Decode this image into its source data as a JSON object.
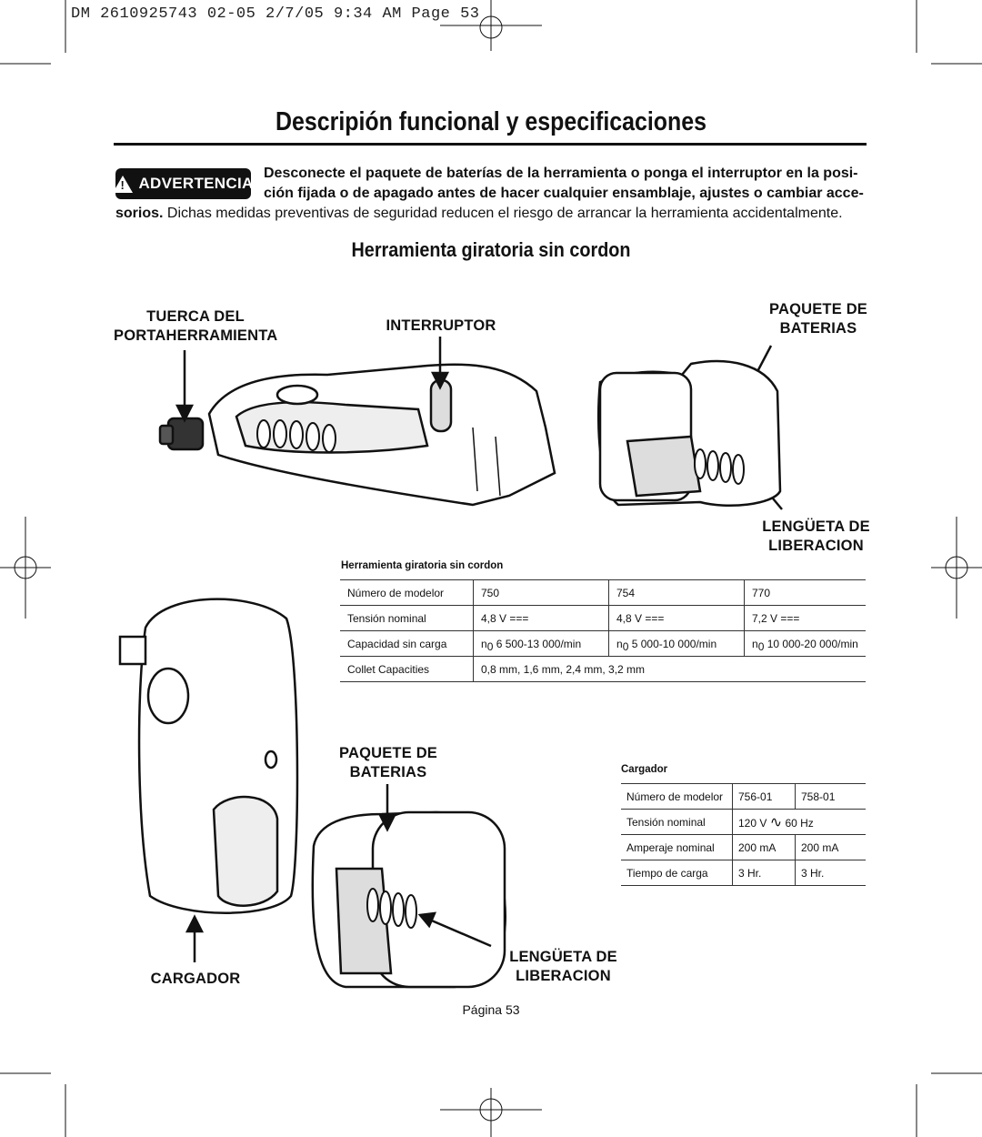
{
  "header": {
    "print_line": "DM 2610925743 02-05  2/7/05  9:34 AM  Page 53"
  },
  "title": "Descripión funcional y especificaciones",
  "warning": {
    "badge": "ADVERTENCIA",
    "line1": "Desconecte el paquete de baterías de la herramienta o ponga el interruptor en la posi-",
    "line2": "ción fijada o de apagado antes de hacer cualquier ensamblaje, ajustes o cambiar acce-",
    "line3_bold": "sorios.",
    "line3_rest": " Dichas medidas preventivas de seguridad reducen el riesgo de arrancar la herramienta accidentalmente."
  },
  "subtitle": "Herramienta giratoria sin cordon",
  "labels": {
    "tuerca_1": "TUERCA DEL",
    "tuerca_2": "PORTAHERRAMIENTA",
    "interruptor": "INTERRUPTOR",
    "paquete_top_1": "PAQUETE DE",
    "paquete_top_2": "BATERIAS",
    "lengueta_top_1": "LENGÜETA DE",
    "lengueta_top_2": "LIBERACION",
    "paquete_bottom_1": "PAQUETE DE",
    "paquete_bottom_2": "BATERIAS",
    "cargador": "CARGADOR",
    "lengueta_bottom_1": "LENGÜETA DE",
    "lengueta_bottom_2": "LIBERACION"
  },
  "tool_table": {
    "caption": "Herramienta giratoria sin cordon",
    "rows": [
      [
        "Número de modelor",
        "750",
        "754",
        "770"
      ],
      [
        "Tensión nominal",
        "4,8 V",
        "4,8 V",
        "7,2 V"
      ],
      [
        "Capacidad sin carga",
        "6 500-13 000/min",
        "5 000-10 000/min",
        "10 000-20 000/min"
      ],
      [
        "Collet Capacities",
        "0,8 mm, 1,6 mm, 2,4 mm, 3,2 mm"
      ]
    ],
    "dc_symbol": "===",
    "speed_symbol": "n",
    "speed_sub": "0"
  },
  "charger_table": {
    "caption": "Cargador",
    "rows": [
      [
        "Número de modelor",
        "756-01",
        "758-01"
      ],
      [
        "Tensión nominal",
        "120 V",
        "60 Hz"
      ],
      [
        "Amperaje nominal",
        "200 mA",
        "200 mA"
      ],
      [
        "Tiempo de carga",
        "3 Hr.",
        "3 Hr."
      ]
    ],
    "ac_symbol": "∿"
  },
  "footer": {
    "page": "Página 53"
  }
}
